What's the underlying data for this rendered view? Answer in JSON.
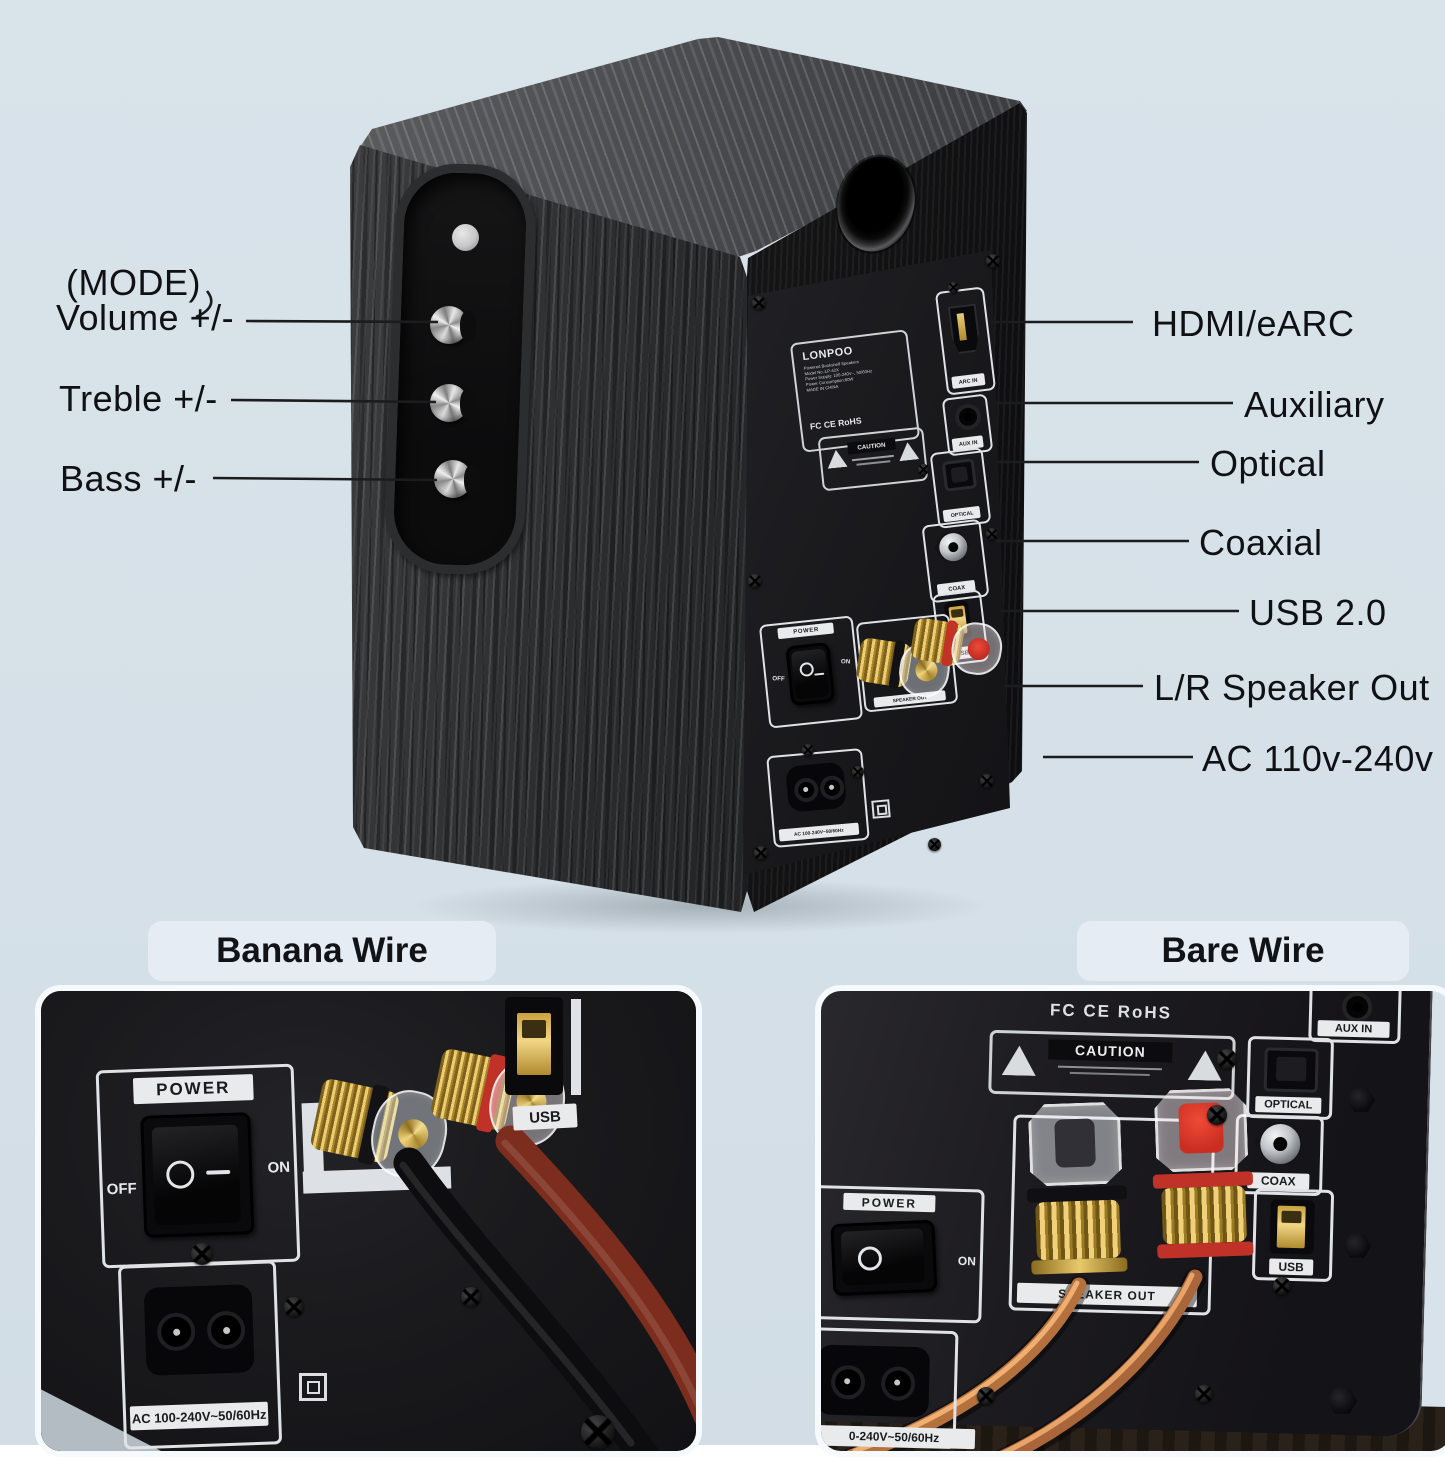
{
  "colors": {
    "page_bg": "#d8e2ea",
    "gold": "#e7c66a",
    "red_post": "#d93a2b",
    "copper_wire": "#b5713d"
  },
  "callouts": {
    "left": [
      {
        "label": "(MODE)"
      },
      {
        "label": "Volume +/-"
      },
      {
        "label": "Treble +/-"
      },
      {
        "label": "Bass +/-"
      }
    ],
    "right": [
      {
        "label": "HDMI/eARC"
      },
      {
        "label": "Auxiliary"
      },
      {
        "label": "Optical"
      },
      {
        "label": "Coaxial"
      },
      {
        "label": "USB 2.0"
      },
      {
        "label": "L/R Speaker Out"
      },
      {
        "label": "AC 110v-240v"
      }
    ]
  },
  "speaker_back": {
    "brand": "LONPOO",
    "spec_lines": [
      "Powered Bookshelf Speakers",
      "Model No.:LP-42X",
      "Power Supply: 100-240V~, 50/60Hz",
      "Power Consumption:60W",
      "MADE IN CHINA"
    ],
    "certs": "FC CE RoHS",
    "caution": "CAUTION",
    "ports": {
      "hdmi": "ARC IN",
      "aux": "AUX IN",
      "optical": "OPTICAL",
      "coax": "COAX",
      "usb": "USB"
    },
    "power": {
      "title": "POWER",
      "off": "OFF",
      "on": "ON"
    },
    "speaker_out": "SPEAKER OUT",
    "ac_label": "AC 100-240V~50/60Hz"
  },
  "banana_photo": {
    "title": "Banana Wire",
    "power": {
      "title": "POWER",
      "off": "OFF",
      "on": "ON"
    },
    "usb": "USB",
    "ac_label": "AC 100-240V~50/60Hz"
  },
  "bare_photo": {
    "title": "Bare Wire",
    "certs": "FC CE RoHS",
    "caution": "CAUTION",
    "aux": "AUX IN",
    "optical": "OPTICAL",
    "coax": "COAX",
    "usb": "USB",
    "speaker_out": "SPEAKER OUT",
    "power_title": "POWER",
    "on": "ON",
    "ac_label": "0-240V~50/60Hz"
  }
}
